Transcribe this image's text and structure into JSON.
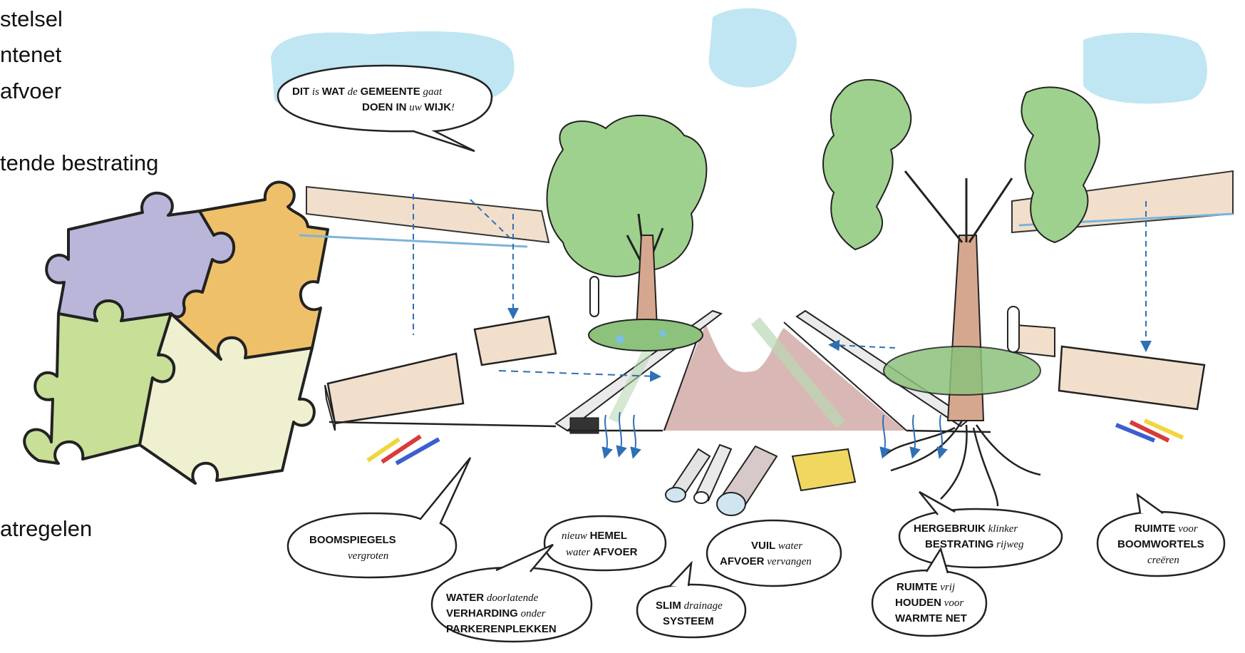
{
  "cropped_list": {
    "line1": "stelsel",
    "line2": "ntenet",
    "line3": "afvoer",
    "line4": "tende bestrating",
    "line5": "atregelen"
  },
  "bubbles": {
    "header": {
      "l1_a": "DIT",
      "l1_b": " is ",
      "l1_c": "WAT",
      "l1_d": " de ",
      "l1_e": "GEMEENTE",
      "l1_f": " gaat",
      "l2_a": "DOEN IN",
      "l2_b": " uw ",
      "l2_c": "WIJK",
      "l2_d": "!"
    },
    "boomspiegels": {
      "l1": "BOOMSPIEGELS",
      "l2": "vergroten"
    },
    "hemelwater": {
      "l1_a": "nieuw ",
      "l1_b": "HEMEL",
      "l2_a": "water ",
      "l2_b": "AFVOER"
    },
    "vuilwater": {
      "l1_a": "VUIL",
      "l1_b": " water",
      "l2_a": "AFVOER",
      "l2_b": " vervangen"
    },
    "hergebruik": {
      "l1_a": "HERGEBRUIK",
      "l1_b": " klinker",
      "l2_a": "BESTRATING",
      "l2_b": " rijweg"
    },
    "boomwortels": {
      "l1_a": "RUIMTE",
      "l1_b": " voor",
      "l2": "BOOMWORTELS",
      "l3": "creëren"
    },
    "waterdoorlatend": {
      "l1_a": "WATER",
      "l1_b": " doorlatende",
      "l2_a": "VERHARDING",
      "l2_b": " onder",
      "l3": "PARKERENPLEKKEN"
    },
    "drainage": {
      "l1_a": "SLIM",
      "l1_b": " drainage",
      "l2": "SYSTEEM"
    },
    "warmtenet": {
      "l1_a": "RUIMTE",
      "l1_b": " vrij",
      "l2_a": "HOUDEN",
      "l2_b": " voor",
      "l3": "WARMTE NET"
    }
  },
  "colors": {
    "puzzle_purple": "#b9b6d9",
    "puzzle_orange": "#efc06a",
    "puzzle_green": "#c8df98",
    "puzzle_cream": "#eef0cf",
    "sky_blue": "#bfe6f2",
    "tree_green": "#9fd18e",
    "road_pink": "#d9b7b5",
    "wall_beige": "#f1dfcb",
    "water_blue": "#3b86c6"
  }
}
